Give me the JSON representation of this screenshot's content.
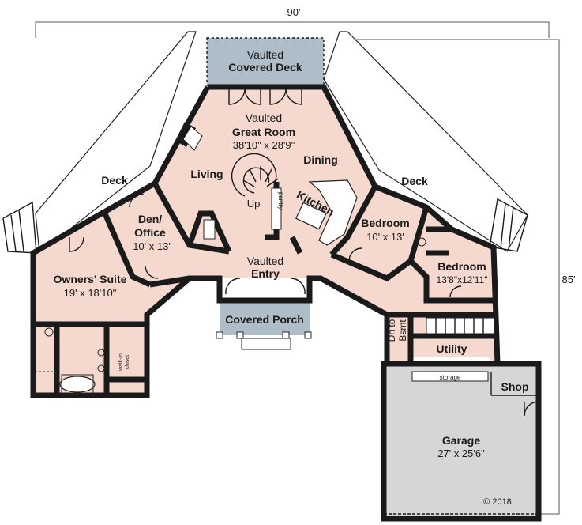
{
  "dimensions": {
    "width_label": "90'",
    "depth_label": "85'"
  },
  "rooms": {
    "covered_deck": {
      "line1": "Vaulted",
      "line2": "Covered Deck"
    },
    "great_room": {
      "line1": "Vaulted",
      "line2": "Great Room",
      "size": "38'10\" x 28'9\""
    },
    "living": "Living",
    "dining": "Dining",
    "kitchen": "Kitchen",
    "pantry": "pantry",
    "up": "Up",
    "deck_left": "Deck",
    "deck_right": "Deck",
    "den": {
      "line1": "Den/",
      "line2": "Office",
      "size": "10' x 13'"
    },
    "owners_suite": {
      "name": "Owners' Suite",
      "size": "19' x 18'10\""
    },
    "walk_in": {
      "line1": "walk-in",
      "line2": "closet"
    },
    "entry": {
      "line1": "Vaulted",
      "line2": "Entry"
    },
    "covered_porch": "Covered Porch",
    "bedroom1": {
      "name": "Bedroom",
      "size": "10' x 13'"
    },
    "bedroom2": {
      "name": "Bedroom",
      "size": "13'8\"x12'11\""
    },
    "dn_bsmt": {
      "line1": "Dn to",
      "line2": "Bsmt"
    },
    "utility": "Utility",
    "storage": "storage",
    "shop": "Shop",
    "garage": {
      "name": "Garage",
      "size": "27' x 25'6\""
    }
  },
  "copyright": "© 2018",
  "colors": {
    "floor": "#f5d9cf",
    "porch": "#aebdc8",
    "garage": "#d6d6d6",
    "wall": "#1a1a1a"
  }
}
